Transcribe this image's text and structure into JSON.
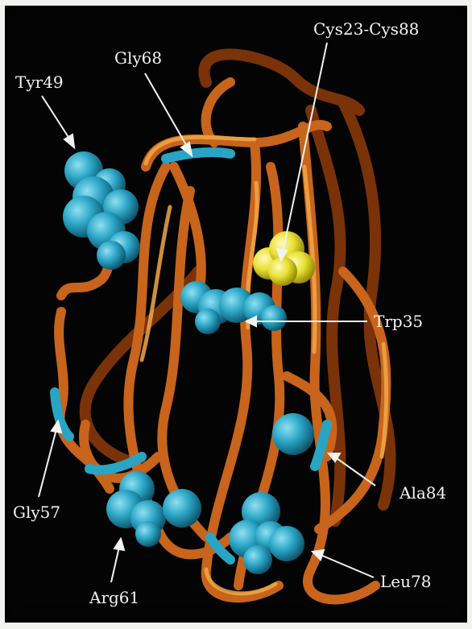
{
  "labels": {
    "tyr49": "Tyr49",
    "gly68": "Gly68",
    "cys": "Cys23-Cys88",
    "trp35": "Trp35",
    "gly57": "Gly57",
    "ala84": "Ala84",
    "arg61": "Arg61",
    "leu78": "Leu78"
  },
  "colors": {
    "background": "#040404",
    "ribbon": "#c8641c",
    "ribbon_highlight": "#f0a040",
    "residue_spheres": "#2aa4c4",
    "disulfide_spheres": "#e8e030",
    "label_text": "#f4f4f4"
  }
}
